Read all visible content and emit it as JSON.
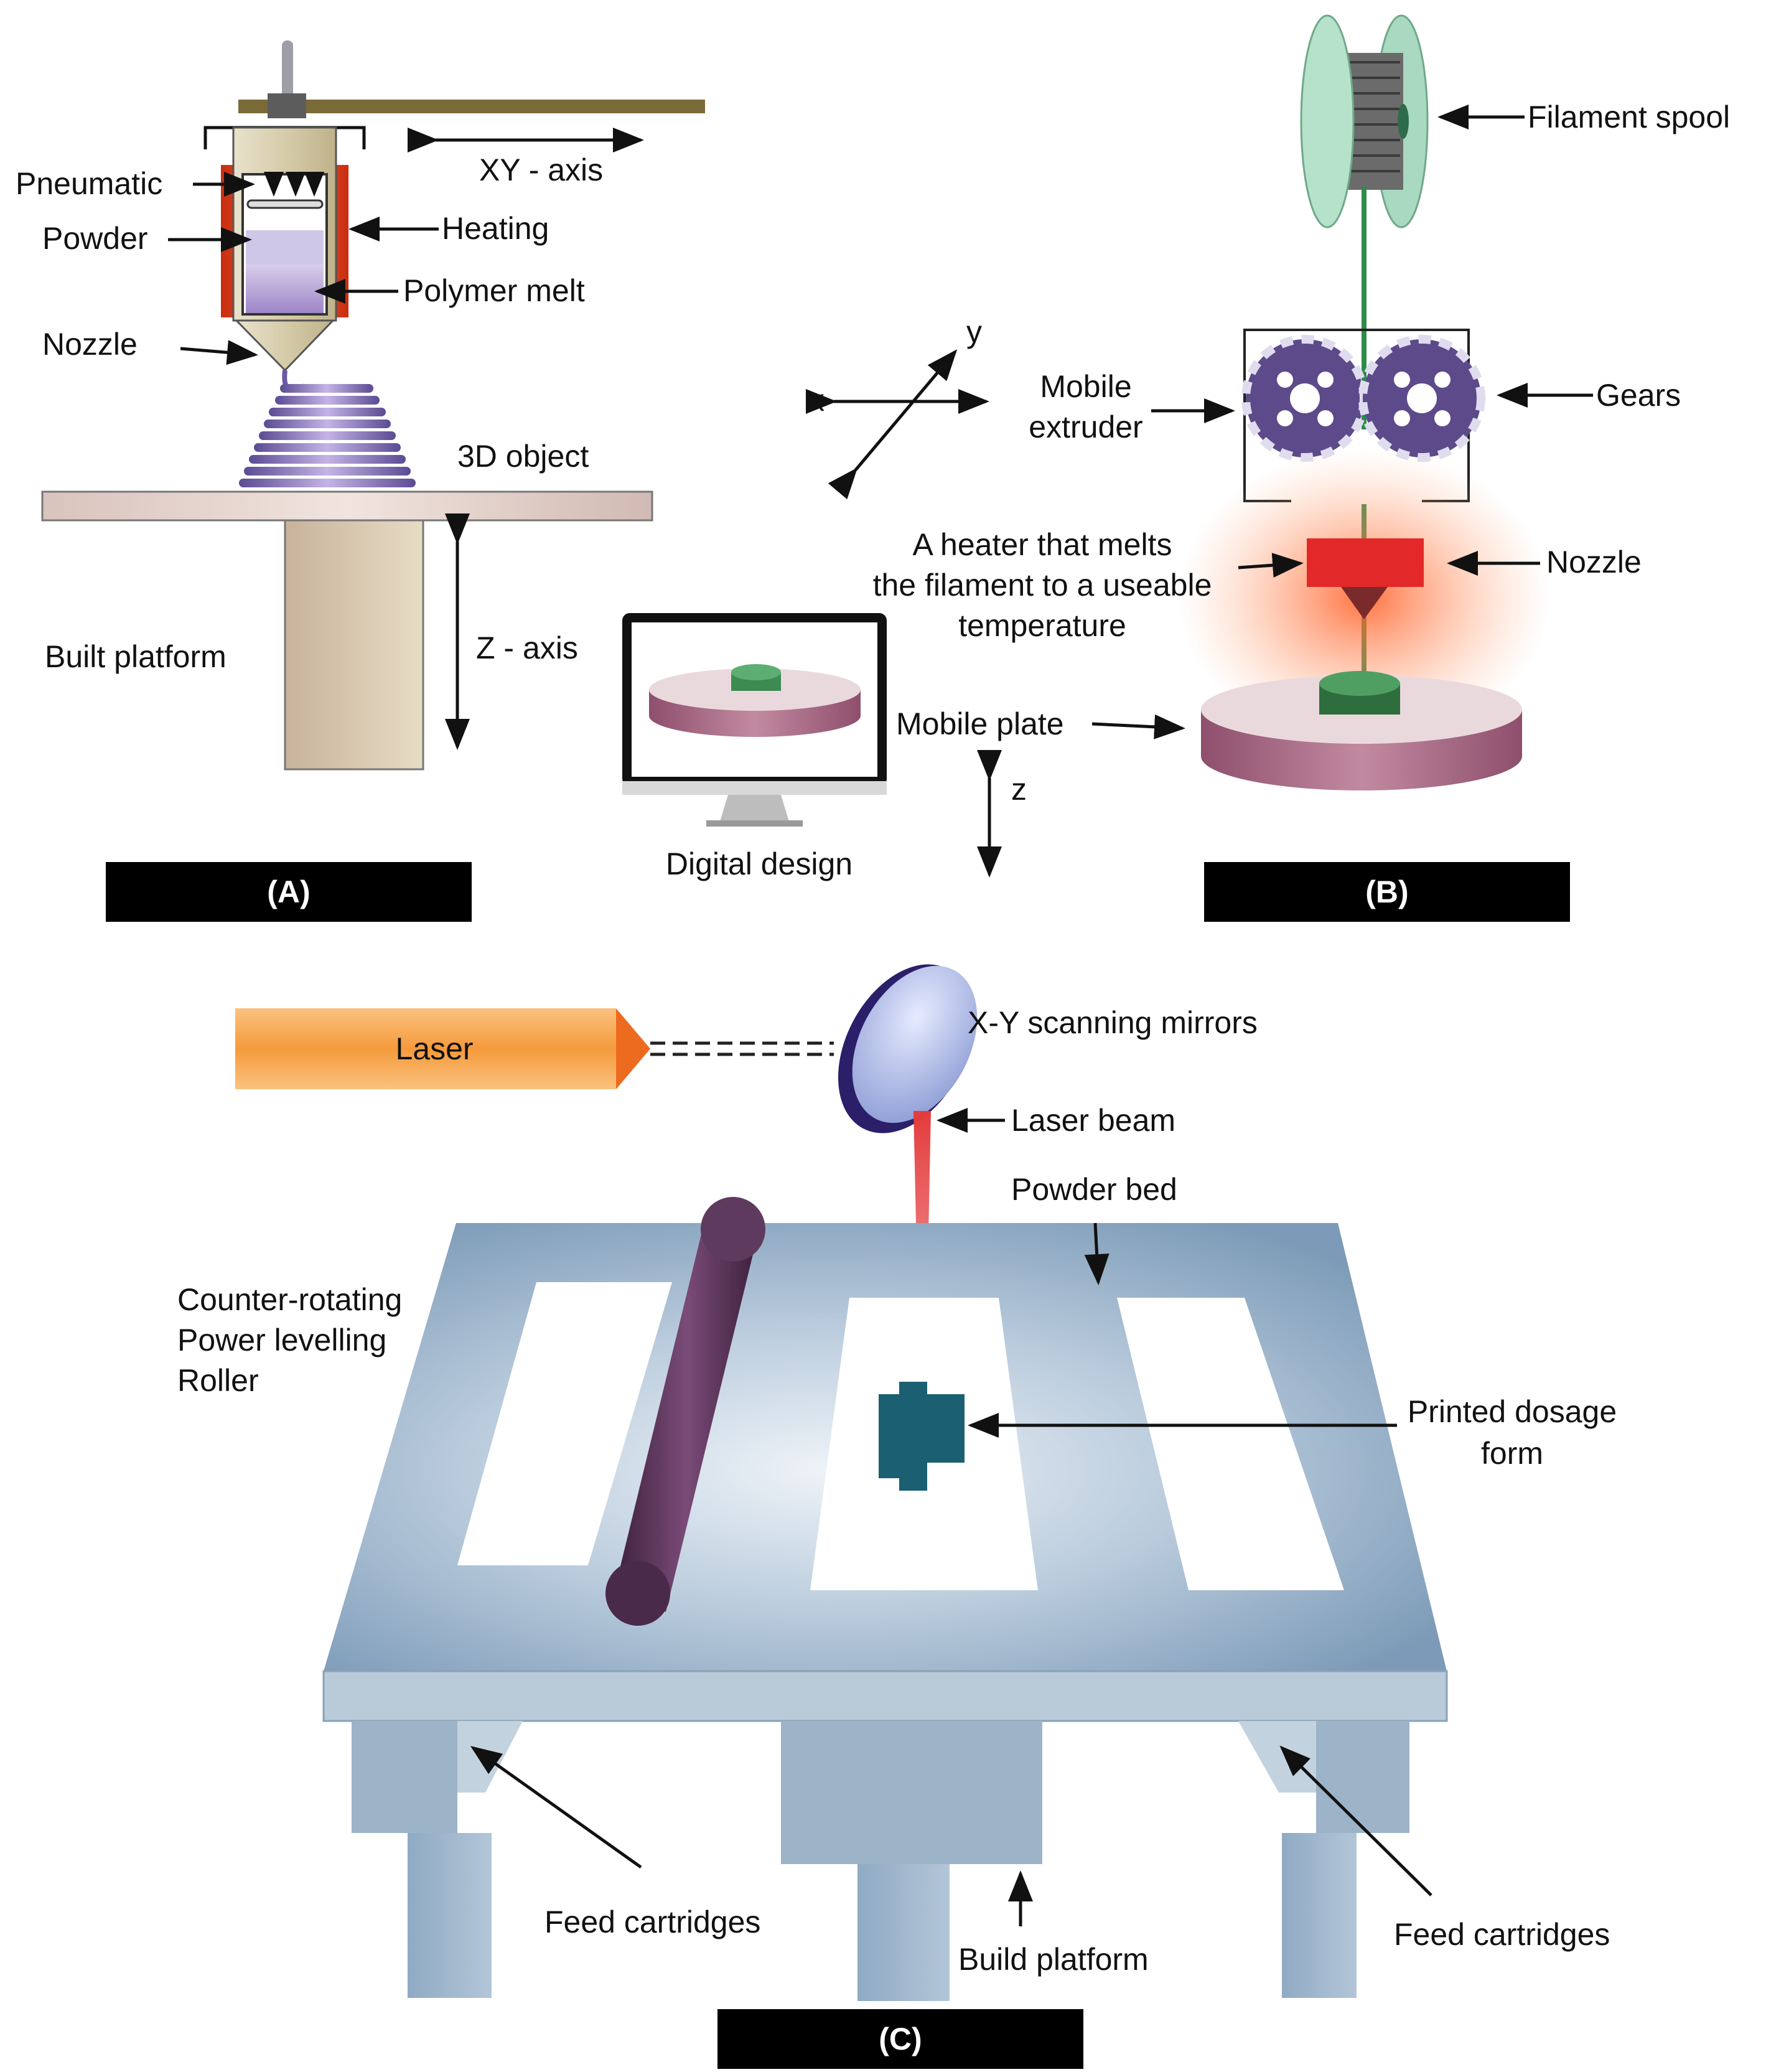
{
  "panel_a": {
    "caption": "(A)",
    "labels": {
      "pneumatic": "Pneumatic",
      "powder": "Powder",
      "heating": "Heating",
      "polymer_melt": "Polymer melt",
      "nozzle": "Nozzle",
      "xy_axis": "XY - axis",
      "object_3d": "3D object",
      "built_platform": "Built platform",
      "z_axis": "Z - axis"
    }
  },
  "panel_b": {
    "caption": "(B)",
    "labels": {
      "filament_spool": "Filament spool",
      "mobile_extruder_1": "Mobile",
      "mobile_extruder_2": "extruder",
      "gears": "Gears",
      "heater_1": "A heater that melts",
      "heater_2": "the filament to a useable",
      "heater_3": "temperature",
      "nozzle": "Nozzle",
      "mobile_plate": "Mobile plate",
      "digital_design": "Digital design",
      "axis_x": "x",
      "axis_y": "y",
      "axis_z": "z"
    }
  },
  "panel_c": {
    "caption": "(C)",
    "labels": {
      "laser": "Laser",
      "scanning_mirrors": "X-Y scanning mirrors",
      "laser_beam": "Laser beam",
      "powder_bed": "Powder bed",
      "roller_1": "Counter-rotating",
      "roller_2": "Power levelling",
      "roller_3": "Roller",
      "printed_dosage_1": "Printed dosage",
      "printed_dosage_2": "form",
      "feed_cartridges_left": "Feed cartridges",
      "feed_cartridges_right": "Feed cartridges",
      "build_platform": "Build platform"
    }
  },
  "colors": {
    "caption_bar": "#000000",
    "heater": "#e8481e",
    "filament": "#2e8b4a",
    "plate": "#a86a80",
    "gear": "#5c4a8a",
    "laser_body": "#f6a34a",
    "bed": "#7f9fbc",
    "roller": "#5e3a5e",
    "dosage_form": "#1b5f72"
  }
}
